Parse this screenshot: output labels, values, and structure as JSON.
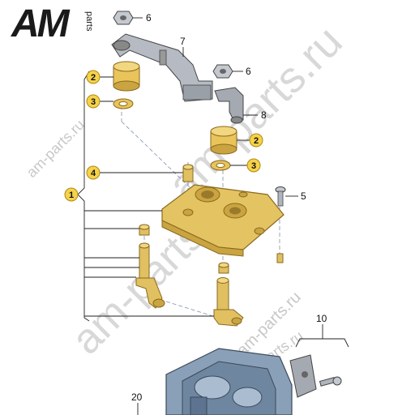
{
  "logo": {
    "letters": "AM",
    "parts": "parts"
  },
  "watermarks": [
    "am-parts.ru",
    "am-parts.ru",
    "am-parts.ru",
    "am-parts.ru",
    "am-parts.ru"
  ],
  "callouts": {
    "n1": "1",
    "n2a": "2",
    "n2b": "2",
    "n3a": "3",
    "n3b": "3",
    "n4": "4",
    "n5": "5",
    "n6a": "6",
    "n6b": "6",
    "n7": "7",
    "n8": "8",
    "n10": "10",
    "n20": "20"
  },
  "colors": {
    "brass": "#e0c060",
    "brass_dark": "#b89a30",
    "grey_part": "#a8adb5",
    "badge": "#f5d24a",
    "housing": "#8aa0b8",
    "line": "#333333"
  }
}
